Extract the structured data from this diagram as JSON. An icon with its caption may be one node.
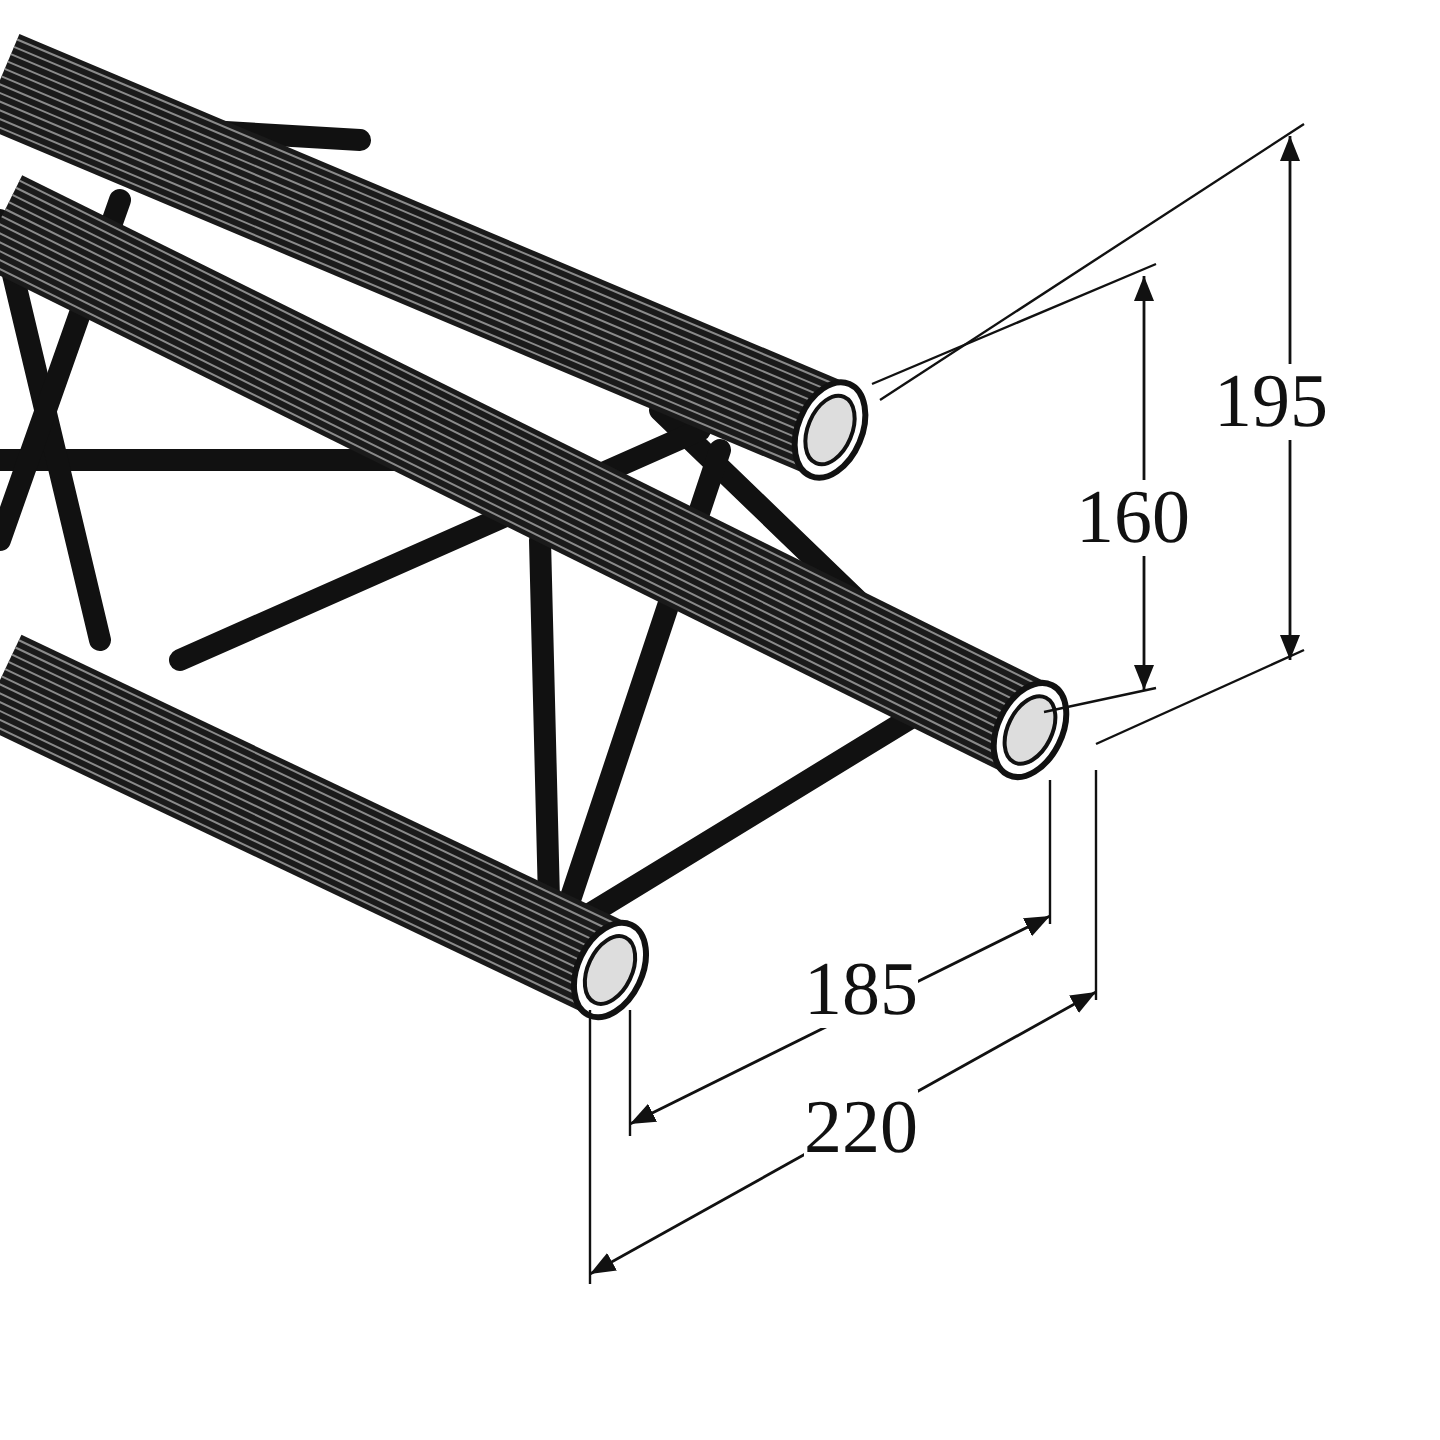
{
  "diagram": {
    "labels": [
      "195",
      "160",
      "185",
      "220"
    ]
  }
}
